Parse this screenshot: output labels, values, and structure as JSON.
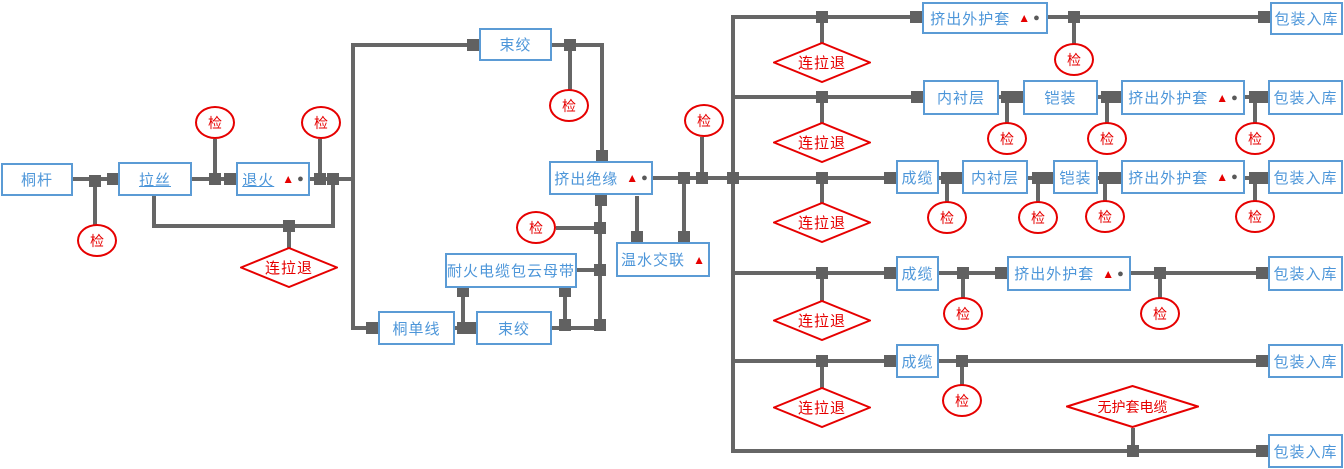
{
  "diagram": {
    "labels": {
      "tonggan": "桐杆",
      "lasi": "拉丝",
      "tuihuo": "退火",
      "shujiao": "束绞",
      "jichu_jueyuan": "挤出绝缘",
      "wenshui_jiaolian": "温水交联",
      "naihuo": "耐火电缆包云母带",
      "tong_danxian": "桐单线",
      "chenglan": "成缆",
      "neichenceng": "内衬层",
      "kaizhuang": "铠装",
      "jichu_waihutao": "挤出外护套",
      "baozhuang_ruku": "包装入库",
      "lianlatui": "连拉退",
      "wuhutao_dianlan": "无护套电缆",
      "jian": "检"
    },
    "badges": {
      "triangle": "▲",
      "dot": "●"
    },
    "colors": {
      "box_border": "#5B9BD5",
      "box_text": "#4D96D9",
      "line": "#666666",
      "red": "#E60000",
      "dot_badge": "#595959",
      "background": "#FFFFFF"
    }
  }
}
